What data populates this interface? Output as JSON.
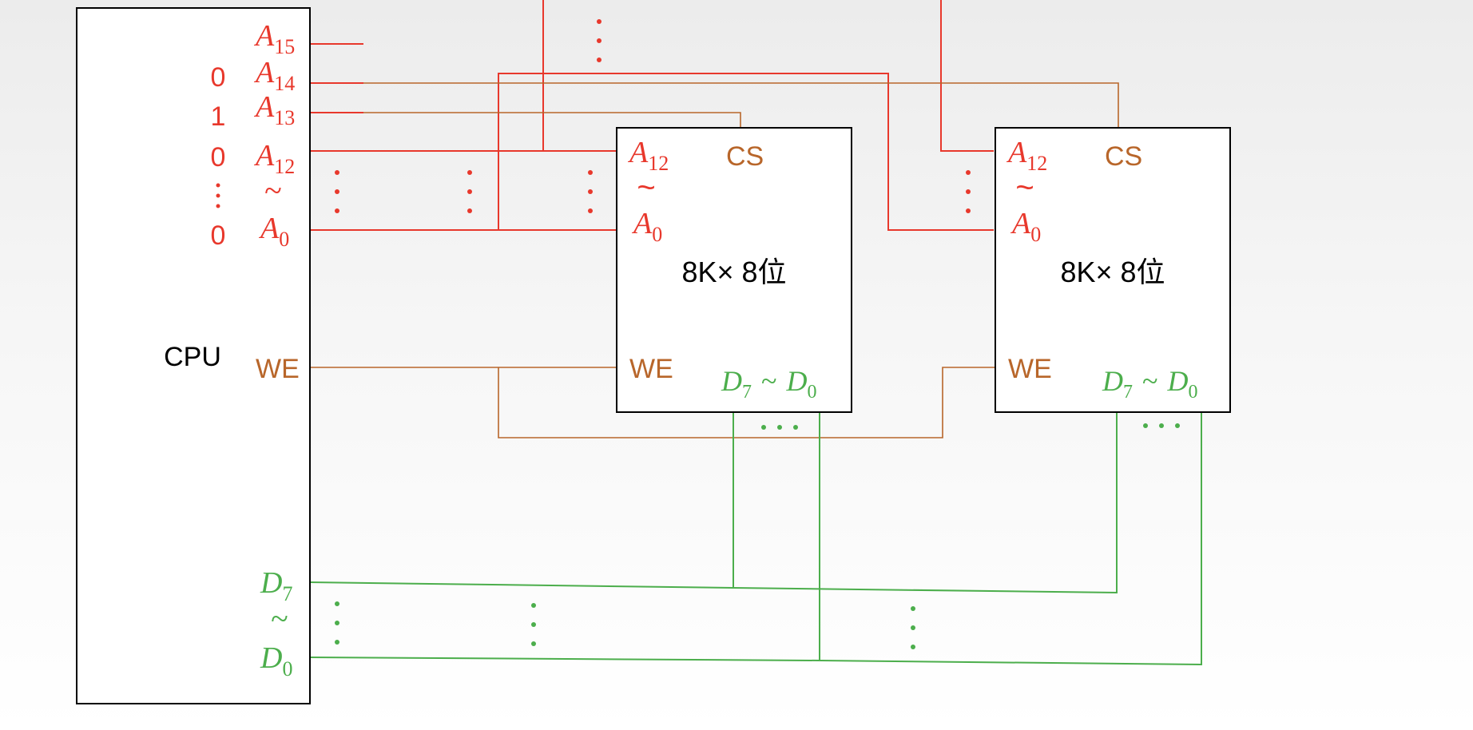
{
  "cpu": {
    "label": "CPU",
    "address_pins": {
      "a15": {
        "base": "A",
        "sub": "15"
      },
      "a14": {
        "base": "A",
        "sub": "14"
      },
      "a13": {
        "base": "A",
        "sub": "13"
      },
      "a12": {
        "base": "A",
        "sub": "12"
      },
      "a0": {
        "base": "A",
        "sub": "0"
      },
      "range_tilde": "~"
    },
    "address_values": {
      "a14": "0",
      "a13": "1",
      "a12": "0",
      "a0": "0"
    },
    "we_label": "WE",
    "data_pins": {
      "d7": {
        "base": "D",
        "sub": "7"
      },
      "d0": {
        "base": "D",
        "sub": "0"
      },
      "range_tilde": "~"
    }
  },
  "chips": [
    {
      "capacity": "8K× 8位",
      "cs_label": "CS",
      "we_label": "WE",
      "addr_hi": {
        "base": "A",
        "sub": "12"
      },
      "addr_lo": {
        "base": "A",
        "sub": "0"
      },
      "range_tilde": "~",
      "data_hi": {
        "base": "D",
        "sub": "7"
      },
      "data_lo": {
        "base": "D",
        "sub": "0"
      }
    },
    {
      "capacity": "8K× 8位",
      "cs_label": "CS",
      "we_label": "WE",
      "addr_hi": {
        "base": "A",
        "sub": "12"
      },
      "addr_lo": {
        "base": "A",
        "sub": "0"
      },
      "range_tilde": "~",
      "data_hi": {
        "base": "D",
        "sub": "7"
      },
      "data_lo": {
        "base": "D",
        "sub": "0"
      }
    }
  ],
  "colors": {
    "address": "#e8382c",
    "control": "#b8662a",
    "data": "#4cae4c",
    "outline": "#000000"
  }
}
